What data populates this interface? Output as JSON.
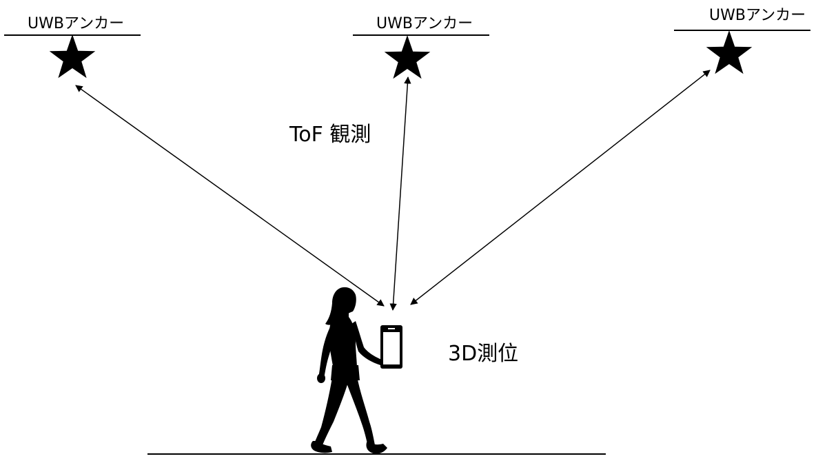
{
  "colors": {
    "ink": "#000000",
    "background": "#ffffff"
  },
  "anchors": [
    {
      "label": "UWBアンカー",
      "icon": "star-icon"
    },
    {
      "label": "UWBアンカー",
      "icon": "star-icon"
    },
    {
      "label": "UWBアンカー",
      "icon": "star-icon"
    }
  ],
  "measurement_label": "ToF 観測",
  "positioning_label": "3D測位",
  "figures": {
    "person": "walking-person-icon",
    "device": "smartphone-icon"
  }
}
